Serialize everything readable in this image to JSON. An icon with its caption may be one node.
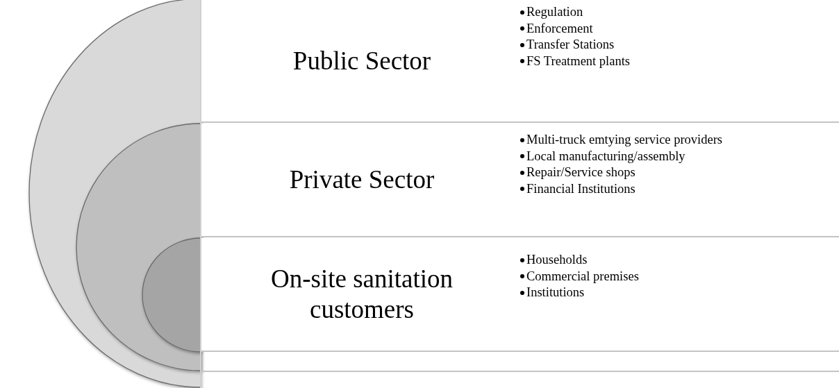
{
  "diagram": {
    "nodes": [
      {
        "text": [
          "Public Sector",
          "Regulation",
          "Enforcement",
          "Transfer Stations",
          "FS Treatment plants"
        ]
      },
      {
        "text": [
          "Private Sector",
          "Multi-truck emtying service providers",
          "Local manufacturing/assembly",
          "Repair/Service shops",
          "Financial Institutions"
        ]
      },
      {
        "text": [
          "On-site sanitation customers",
          "Households",
          "Commercial premises",
          "Institutions"
        ]
      }
    ]
  }
}
